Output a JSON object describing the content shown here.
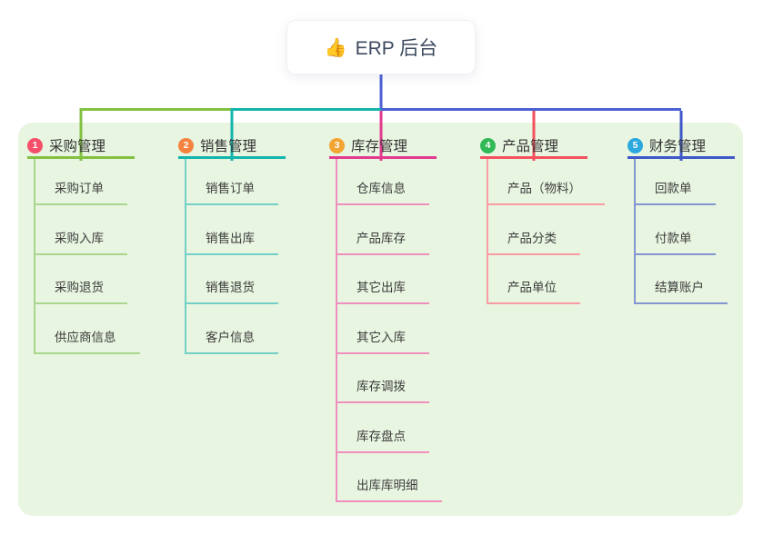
{
  "root": {
    "icon": "thumbs-up",
    "icon_glyph": "👍",
    "label": "ERP 后台"
  },
  "branches": [
    {
      "number": "1",
      "title": "采购管理",
      "badge_color": "#f4506a",
      "line_color": "#82c142",
      "child_line_color": "#a9d78e",
      "children": [
        "采购订单",
        "采购入库",
        "采购退货",
        "供应商信息"
      ]
    },
    {
      "number": "2",
      "title": "销售管理",
      "badge_color": "#f5833f",
      "line_color": "#14b5ad",
      "child_line_color": "#74cfc8",
      "children": [
        "销售订单",
        "销售出库",
        "销售退货",
        "客户信息"
      ]
    },
    {
      "number": "3",
      "title": "库存管理",
      "badge_color": "#f2a532",
      "line_color": "#e23a8e",
      "child_line_color": "#ef8fbe",
      "children": [
        "仓库信息",
        "产品库存",
        "其它出库",
        "其它入库",
        "库存调拨",
        "库存盘点",
        "出库库明细"
      ]
    },
    {
      "number": "4",
      "title": "产品管理",
      "badge_color": "#31b956",
      "line_color": "#f4515f",
      "child_line_color": "#f89ba3",
      "children": [
        "产品（物料）",
        "产品分类",
        "产品单位"
      ]
    },
    {
      "number": "5",
      "title": "财务管理",
      "badge_color": "#2ba8de",
      "line_color": "#3e58c9",
      "child_line_color": "#8495d0",
      "children": [
        "回款单",
        "付款单",
        "结算账户"
      ]
    }
  ],
  "colors": {
    "canvas_bg": "#ffffff",
    "panel_bg": "#e8f5e1",
    "root_connector": "#4c60d4",
    "root_text": "#3d4a5e"
  }
}
